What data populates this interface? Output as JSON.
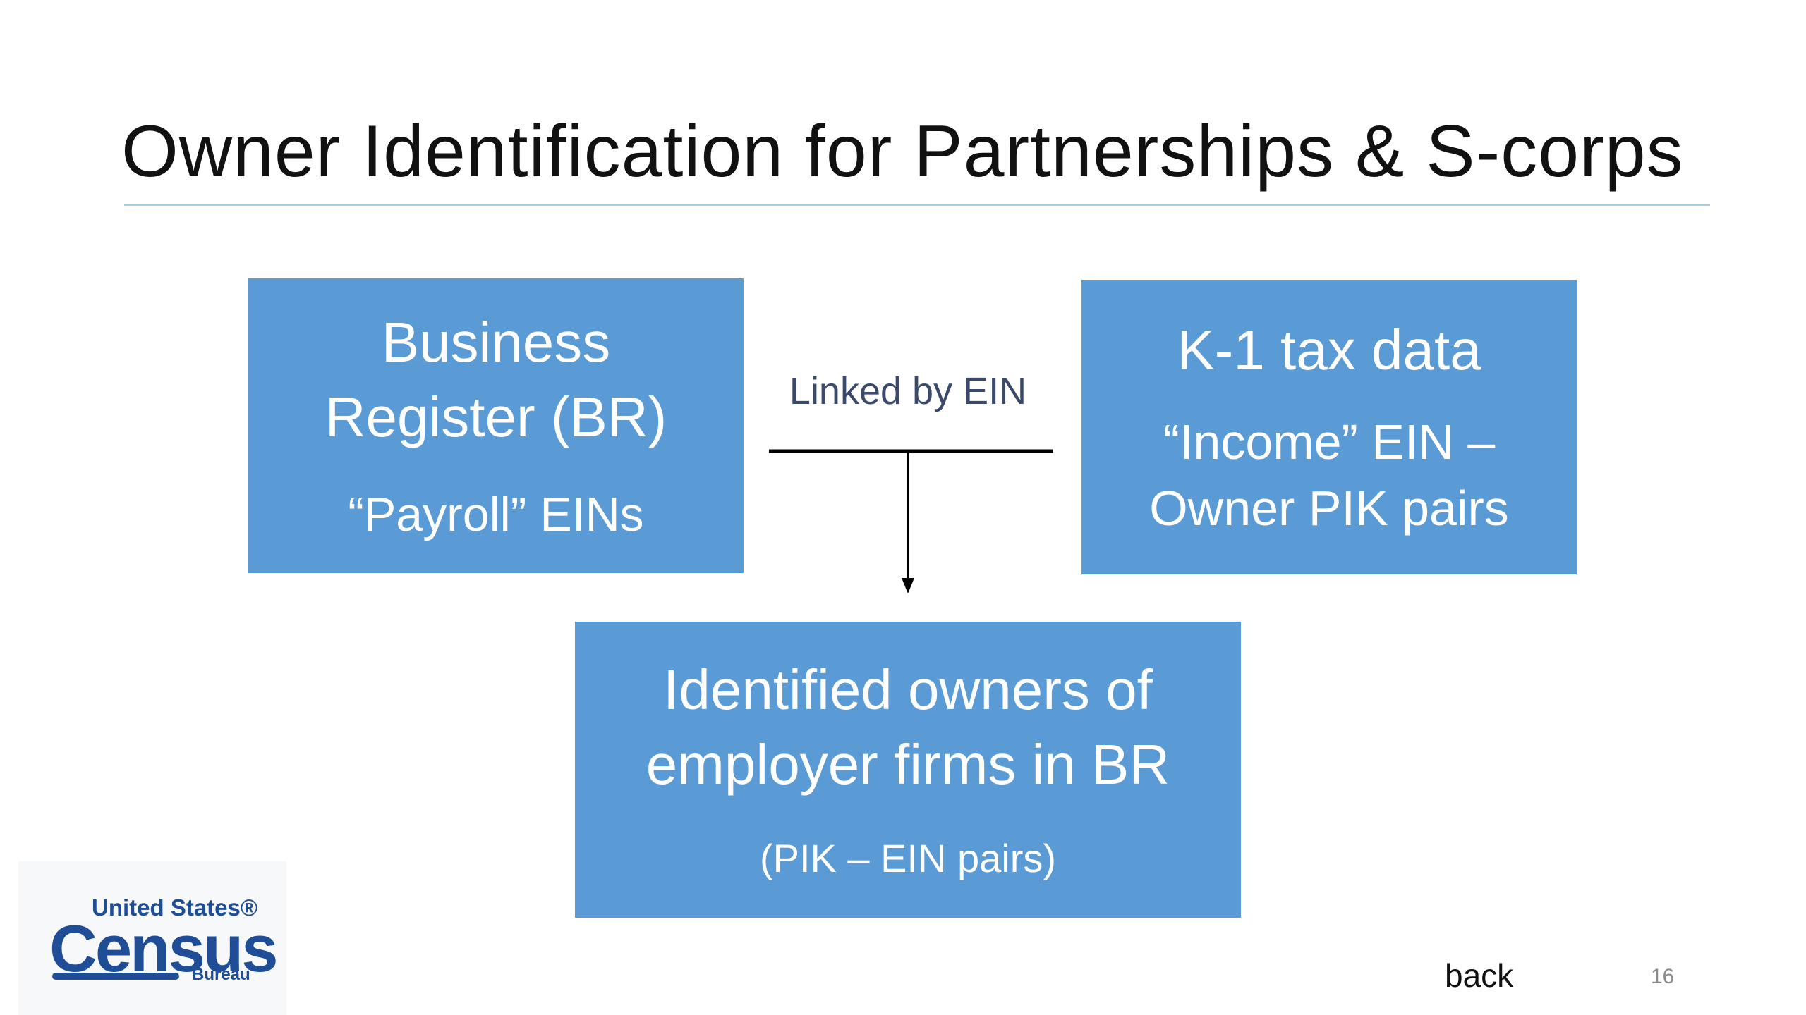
{
  "slide": {
    "title": "Owner Identification for Partnerships & S-corps",
    "page_number": "16",
    "back_link": "back"
  },
  "colors": {
    "box_fill": "#5b9bd5",
    "box_text": "#ffffff",
    "title_rule": "#a8cbe6",
    "logo_blue": "#1f4e96"
  },
  "diagram": {
    "business_register": {
      "heading_line1": "Business",
      "heading_line2": "Register (BR)",
      "subtext": "“Payroll” EINs"
    },
    "k1_tax_data": {
      "heading": "K-1 tax data",
      "subtext_line1": "“Income” EIN –",
      "subtext_line2": "Owner PIK pairs"
    },
    "link_label": "Linked by EIN",
    "output": {
      "heading_line1": "Identified owners of",
      "heading_line2": "employer firms in BR",
      "subtext": "(PIK – EIN pairs)"
    }
  },
  "logo": {
    "line1": "United States®",
    "line2": "Census",
    "line3": "Bureau"
  }
}
